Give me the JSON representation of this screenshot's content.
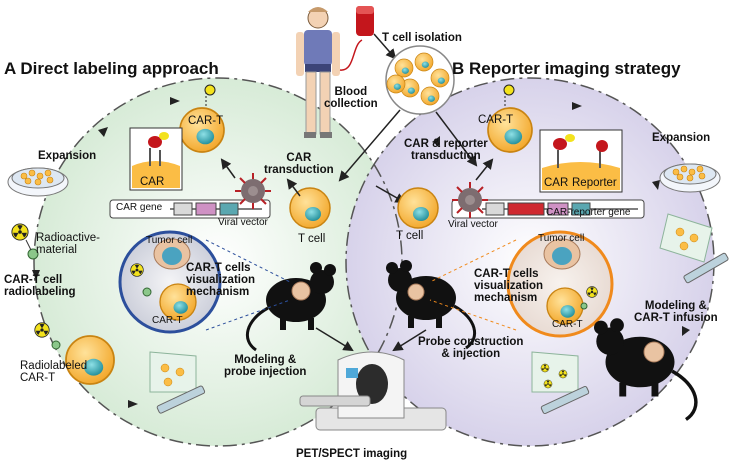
{
  "colors": {
    "left_panel": "#dff0df",
    "right_panel": "#dcd8ec",
    "cell_fill": "#fbbd45",
    "cell_stroke": "#c98412",
    "nucleus": "#2ba9b6",
    "tumor_cell": "#e9c3a2",
    "mouse": "#111111",
    "virus": "#7d6d70",
    "virus_spikes": "#b82127",
    "left_ring": "#2c4f9c",
    "right_ring": "#f08a1c",
    "blood_bag": "#c4161c",
    "radioactive": "#f3e21d",
    "gene_teal": "#5aa7b0",
    "gene_red": "#cf2930"
  },
  "icons": [
    "person-icon",
    "blood-bag-icon",
    "virus-icon",
    "petri-dish-icon",
    "radioactive-icon",
    "syringe-icon",
    "mouse-icon",
    "pet-scanner-icon",
    "dna-gene-icon"
  ],
  "header": {
    "blood_collection": "Blood\ncollection",
    "t_cell_isolation": "T cell isolation"
  },
  "left": {
    "title": "A  Direct labeling approach",
    "car_t": "CAR-T",
    "car": "CAR",
    "car_gene": "CAR gene",
    "viral_vector": "Viral vector",
    "car_transduction": "CAR\ntransduction",
    "t_cell": "T cell",
    "expansion": "Expansion",
    "radioactive_material": "Radioactive-\nmaterial",
    "radiolabeling": "CAR-T cell\nradiolabeling",
    "radiolabeled_car_t": "Radiolabeled\nCAR-T",
    "tumor_cell": "Tumor cell",
    "visualization": "CAR-T cells\nvisualization\nmechanism",
    "inset_car_t": "CAR-T",
    "modeling": "Modeling &\nprobe injection"
  },
  "right": {
    "title": "B  Reporter imaging strategy",
    "car_t": "CAR-T",
    "car": "CAR",
    "reporter": "Reporter",
    "car_reporter_transduction": "CAR & reporter\ntransduction",
    "car_reporter_gene": "CAR-reporter gene",
    "viral_vector": "Viral vector",
    "t_cell": "T cell",
    "expansion": "Expansion",
    "tumor_cell": "Tumor cell",
    "visualization": "CAR-T cells\nvisualization\nmechanism",
    "inset_car_t": "CAR-T",
    "modeling": "Modeling &\nCAR-T infusion",
    "probe": "Probe construction\n& injection"
  },
  "footer": {
    "pet_spect": "PET/SPECT imaging"
  }
}
